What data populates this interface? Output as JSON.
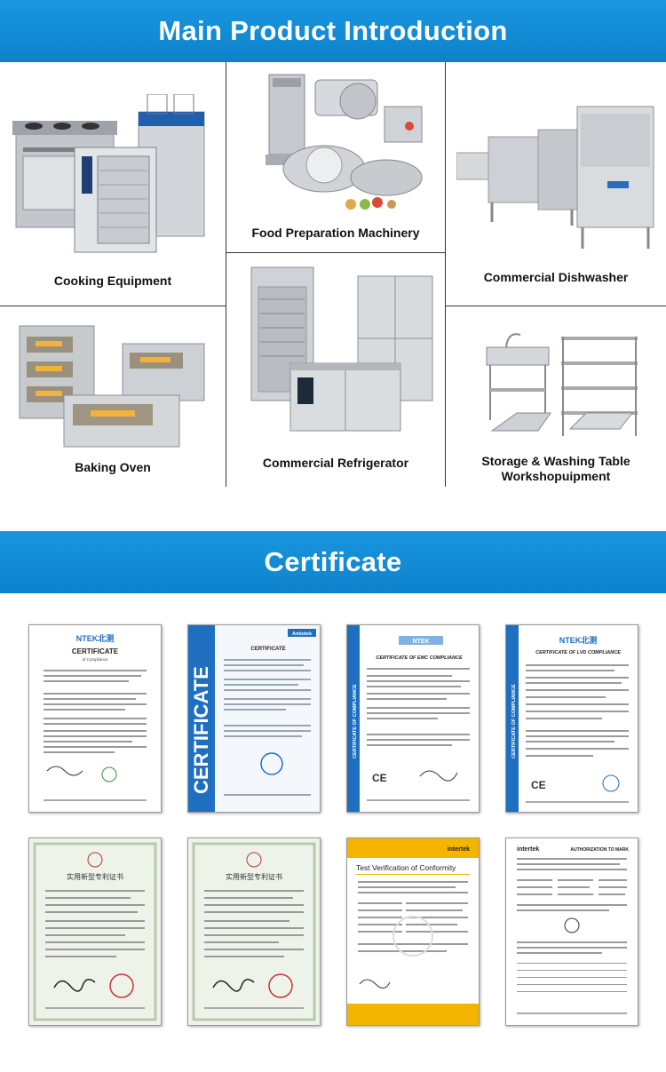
{
  "sections": {
    "products_title": "Main Product Introduction",
    "certificate_title": "Certificate"
  },
  "products": [
    {
      "name": "Cooking Equipment"
    },
    {
      "name": "Food Preparation Machinery"
    },
    {
      "name": "Commercial Dishwasher"
    },
    {
      "name": "Baking Oven"
    },
    {
      "name": "Commercial Refrigerator"
    },
    {
      "name": "Storage & Washing Table\nWorkshopuipment"
    }
  ],
  "certificates": [
    {
      "issuer": "NTEK北测",
      "title": "CERTIFICATE",
      "subtitle": "of Compliance"
    },
    {
      "issuer": "Anbotek",
      "title": "CERTIFICATE",
      "side_text": "CERTIFICATE"
    },
    {
      "issuer": "NTEK",
      "title": "CERTIFICATE OF EMC COMPLIANCE",
      "side_text": "CERTIFICATE OF COMPLIANCE"
    },
    {
      "issuer": "NTEK北测",
      "title": "CERTIFICATE OF LVD COMPLIANCE",
      "side_text": "CERTIFICATE OF COMPLIANCE"
    },
    {
      "title": "实用新型专利证书"
    },
    {
      "title": "实用新型专利证书"
    },
    {
      "issuer": "intertek",
      "title": "Test Verification of Conformity"
    },
    {
      "issuer": "intertek",
      "title": "AUTHORIZATION TO MARK"
    }
  ],
  "colors": {
    "banner": "#1a95df",
    "steel": "#c9ccd1",
    "cert_blue": "#1f6fc1",
    "intertek_yellow": "#f4b400"
  }
}
